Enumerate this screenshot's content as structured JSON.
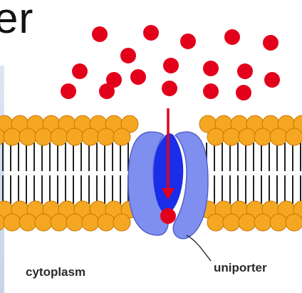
{
  "title_fragment": "er",
  "labels": {
    "cytoplasm": "cytoplasm",
    "uniporter": "uniporter"
  },
  "colors": {
    "solute": "#e3001b",
    "phospholipid_head": "#f5a623",
    "phospholipid_head_edge": "#c97a00",
    "lipid_tail": "#222222",
    "protein_outer": "#7f8ff0",
    "protein_inner": "#1a2de8",
    "arrow": "#e3001b"
  },
  "icons": {
    "solute": "red-circle",
    "membrane": "phospholipid-bilayer",
    "transporter": "uniporter-protein",
    "flow": "downward-arrow"
  }
}
